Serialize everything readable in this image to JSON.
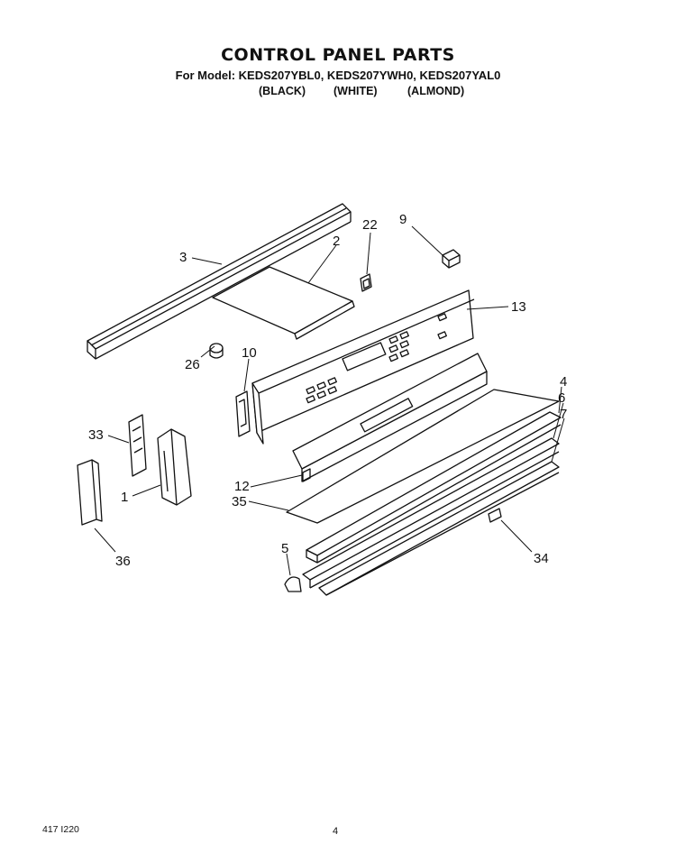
{
  "header": {
    "title": "CONTROL PANEL PARTS",
    "models": "For Model: KEDS207YBL0, KEDS207YWH0, KEDS207YAL0",
    "colors": [
      "(BLACK)",
      "(WHITE)",
      "(ALMOND)"
    ]
  },
  "callouts": [
    {
      "id": "3",
      "label": "3"
    },
    {
      "id": "2",
      "label": "2"
    },
    {
      "id": "22",
      "label": "22"
    },
    {
      "id": "9",
      "label": "9"
    },
    {
      "id": "13",
      "label": "13"
    },
    {
      "id": "10",
      "label": "10"
    },
    {
      "id": "26",
      "label": "26"
    },
    {
      "id": "4",
      "label": "4"
    },
    {
      "id": "6",
      "label": "6"
    },
    {
      "id": "7",
      "label": "7"
    },
    {
      "id": "33",
      "label": "33"
    },
    {
      "id": "12",
      "label": "12"
    },
    {
      "id": "35",
      "label": "35"
    },
    {
      "id": "1",
      "label": "1"
    },
    {
      "id": "5",
      "label": "5"
    },
    {
      "id": "34",
      "label": "34"
    },
    {
      "id": "36",
      "label": "36"
    }
  ],
  "footer": {
    "doc_number": "417 I220",
    "page": "4"
  }
}
